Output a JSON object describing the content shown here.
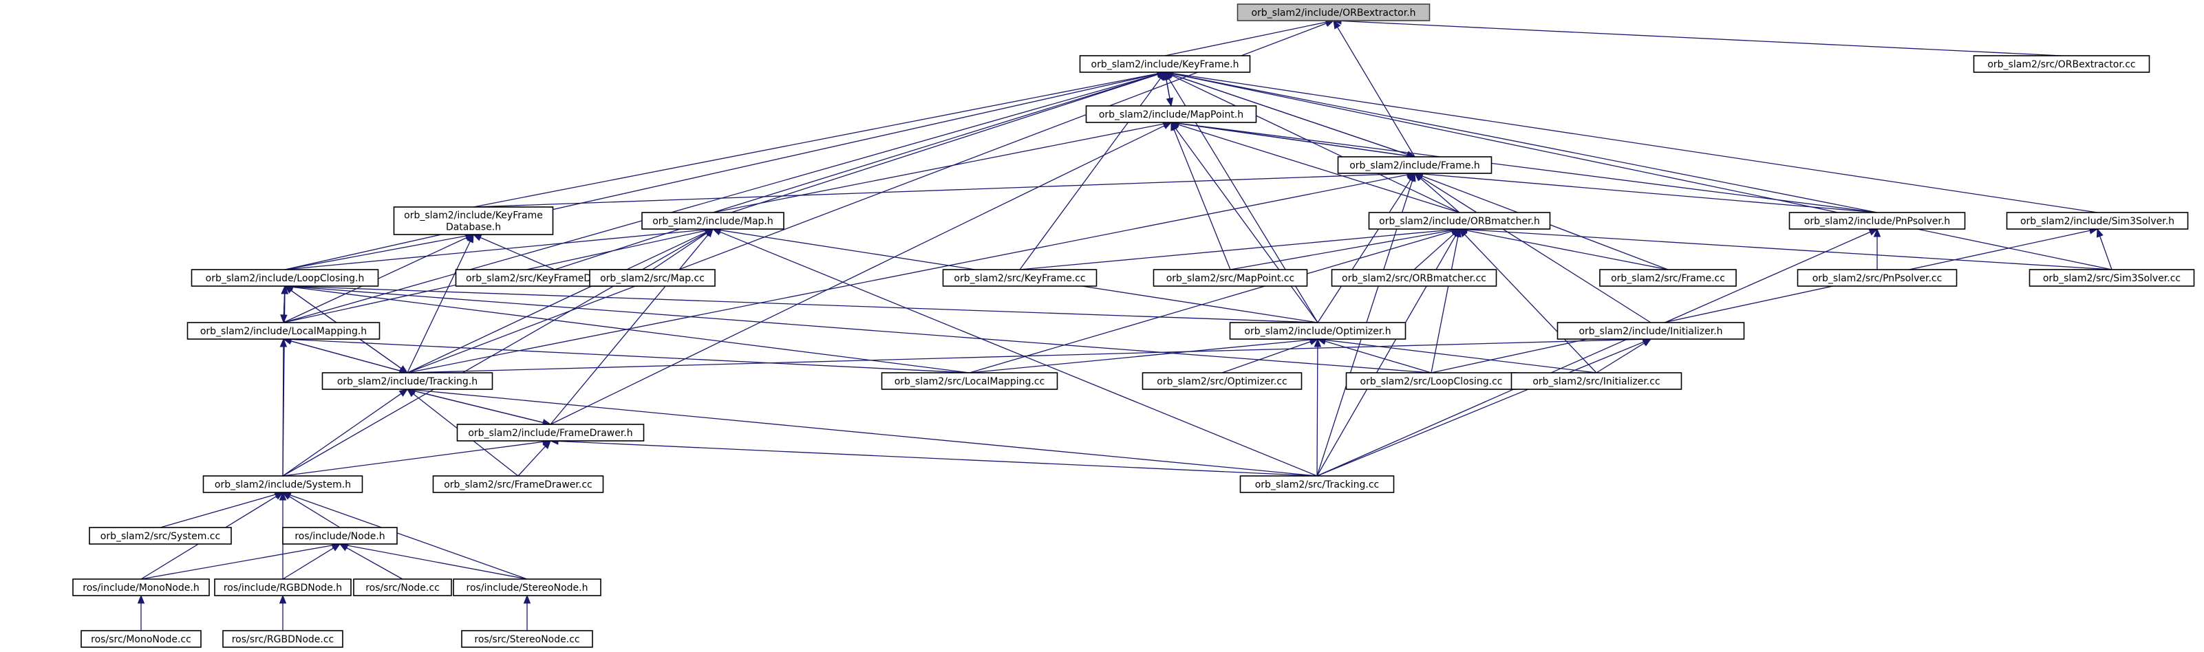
{
  "nodes": [
    {
      "id": "orbextractor_h",
      "lines": [
        "orb_slam2/include/ORBextractor.h"
      ],
      "root": true
    },
    {
      "id": "keyframe_h",
      "lines": [
        "orb_slam2/include/KeyFrame.h"
      ]
    },
    {
      "id": "orbextractor_cc",
      "lines": [
        "orb_slam2/src/ORBextractor.cc"
      ]
    },
    {
      "id": "mappoint_h",
      "lines": [
        "orb_slam2/include/MapPoint.h"
      ]
    },
    {
      "id": "frame_h",
      "lines": [
        "orb_slam2/include/Frame.h"
      ]
    },
    {
      "id": "keyframedatabase_h",
      "lines": [
        "orb_slam2/include/KeyFrame",
        "Database.h"
      ]
    },
    {
      "id": "map_h",
      "lines": [
        "orb_slam2/include/Map.h"
      ]
    },
    {
      "id": "orbmatcher_h",
      "lines": [
        "orb_slam2/include/ORBmatcher.h"
      ]
    },
    {
      "id": "pnpsolver_h",
      "lines": [
        "orb_slam2/include/PnPsolver.h"
      ]
    },
    {
      "id": "sim3solver_h",
      "lines": [
        "orb_slam2/include/Sim3Solver.h"
      ]
    },
    {
      "id": "loopclosing_h",
      "lines": [
        "orb_slam2/include/LoopClosing.h"
      ]
    },
    {
      "id": "keyframedatabase_cc",
      "lines": [
        "orb_slam2/src/KeyFrameDatabase.cc"
      ]
    },
    {
      "id": "map_cc",
      "lines": [
        "orb_slam2/src/Map.cc"
      ]
    },
    {
      "id": "keyframe_cc",
      "lines": [
        "orb_slam2/src/KeyFrame.cc"
      ]
    },
    {
      "id": "mappoint_cc",
      "lines": [
        "orb_slam2/src/MapPoint.cc"
      ]
    },
    {
      "id": "orbmatcher_cc",
      "lines": [
        "orb_slam2/src/ORBmatcher.cc"
      ]
    },
    {
      "id": "frame_cc",
      "lines": [
        "orb_slam2/src/Frame.cc"
      ]
    },
    {
      "id": "pnpsolver_cc",
      "lines": [
        "orb_slam2/src/PnPsolver.cc"
      ]
    },
    {
      "id": "sim3solver_cc",
      "lines": [
        "orb_slam2/src/Sim3Solver.cc"
      ]
    },
    {
      "id": "localmapping_h",
      "lines": [
        "orb_slam2/include/LocalMapping.h"
      ]
    },
    {
      "id": "optimizer_h",
      "lines": [
        "orb_slam2/include/Optimizer.h"
      ]
    },
    {
      "id": "initializer_h",
      "lines": [
        "orb_slam2/include/Initializer.h"
      ]
    },
    {
      "id": "tracking_h",
      "lines": [
        "orb_slam2/include/Tracking.h"
      ]
    },
    {
      "id": "localmapping_cc",
      "lines": [
        "orb_slam2/src/LocalMapping.cc"
      ]
    },
    {
      "id": "optimizer_cc",
      "lines": [
        "orb_slam2/src/Optimizer.cc"
      ]
    },
    {
      "id": "loopclosing_cc",
      "lines": [
        "orb_slam2/src/LoopClosing.cc"
      ]
    },
    {
      "id": "initializer_cc",
      "lines": [
        "orb_slam2/src/Initializer.cc"
      ]
    },
    {
      "id": "framedrawer_h",
      "lines": [
        "orb_slam2/include/FrameDrawer.h"
      ]
    },
    {
      "id": "system_h",
      "lines": [
        "orb_slam2/include/System.h"
      ]
    },
    {
      "id": "framedrawer_cc",
      "lines": [
        "orb_slam2/src/FrameDrawer.cc"
      ]
    },
    {
      "id": "tracking_cc",
      "lines": [
        "orb_slam2/src/Tracking.cc"
      ]
    },
    {
      "id": "system_cc",
      "lines": [
        "orb_slam2/src/System.cc"
      ]
    },
    {
      "id": "node_h",
      "lines": [
        "ros/include/Node.h"
      ]
    },
    {
      "id": "mononode_h",
      "lines": [
        "ros/include/MonoNode.h"
      ]
    },
    {
      "id": "rgbdnode_h",
      "lines": [
        "ros/include/RGBDNode.h"
      ]
    },
    {
      "id": "node_cc",
      "lines": [
        "ros/src/Node.cc"
      ]
    },
    {
      "id": "stereonode_h",
      "lines": [
        "ros/include/StereoNode.h"
      ]
    },
    {
      "id": "mononode_cc",
      "lines": [
        "ros/src/MonoNode.cc"
      ]
    },
    {
      "id": "rgbdnode_cc",
      "lines": [
        "ros/src/RGBDNode.cc"
      ]
    },
    {
      "id": "stereonode_cc",
      "lines": [
        "ros/src/StereoNode.cc"
      ]
    }
  ],
  "edges": [
    [
      "keyframe_h",
      "orbextractor_h"
    ],
    [
      "frame_h",
      "orbextractor_h"
    ],
    [
      "orbextractor_cc",
      "orbextractor_h"
    ],
    [
      "tracking_h",
      "orbextractor_h"
    ],
    [
      "mappoint_h",
      "keyframe_h"
    ],
    [
      "frame_h",
      "keyframe_h"
    ],
    [
      "keyframedatabase_h",
      "keyframe_h"
    ],
    [
      "map_h",
      "keyframe_h"
    ],
    [
      "orbmatcher_h",
      "keyframe_h"
    ],
    [
      "loopclosing_h",
      "keyframe_h"
    ],
    [
      "localmapping_h",
      "keyframe_h"
    ],
    [
      "optimizer_h",
      "keyframe_h"
    ],
    [
      "pnpsolver_h",
      "keyframe_h"
    ],
    [
      "sim3solver_h",
      "keyframe_h"
    ],
    [
      "keyframe_cc",
      "keyframe_h"
    ],
    [
      "keyframedatabase_cc",
      "keyframe_h"
    ],
    [
      "sim3solver_cc",
      "keyframe_h"
    ],
    [
      "keyframe_h",
      "mappoint_h"
    ],
    [
      "frame_h",
      "mappoint_h"
    ],
    [
      "map_h",
      "mappoint_h"
    ],
    [
      "orbmatcher_h",
      "mappoint_h"
    ],
    [
      "optimizer_h",
      "mappoint_h"
    ],
    [
      "pnpsolver_h",
      "mappoint_h"
    ],
    [
      "mappoint_cc",
      "mappoint_h"
    ],
    [
      "framedrawer_h",
      "mappoint_h"
    ],
    [
      "keyframe_h",
      "frame_h"
    ],
    [
      "mappoint_h",
      "frame_h"
    ],
    [
      "orbmatcher_h",
      "frame_h"
    ],
    [
      "keyframedatabase_h",
      "frame_h"
    ],
    [
      "pnpsolver_h",
      "frame_h"
    ],
    [
      "initializer_h",
      "frame_h"
    ],
    [
      "optimizer_h",
      "frame_h"
    ],
    [
      "tracking_h",
      "frame_h"
    ],
    [
      "frame_cc",
      "frame_h"
    ],
    [
      "tracking_cc",
      "frame_h"
    ],
    [
      "loopclosing_h",
      "keyframedatabase_h"
    ],
    [
      "tracking_h",
      "keyframedatabase_h"
    ],
    [
      "keyframedatabase_cc",
      "keyframedatabase_h"
    ],
    [
      "localmapping_h",
      "keyframedatabase_h"
    ],
    [
      "map_cc",
      "map_h"
    ],
    [
      "loopclosing_h",
      "map_h"
    ],
    [
      "localmapping_h",
      "map_h"
    ],
    [
      "tracking_h",
      "map_h"
    ],
    [
      "framedrawer_h",
      "map_h"
    ],
    [
      "optimizer_h",
      "map_h"
    ],
    [
      "system_h",
      "map_h"
    ],
    [
      "tracking_cc",
      "map_h"
    ],
    [
      "keyframe_cc",
      "orbmatcher_h"
    ],
    [
      "mappoint_cc",
      "orbmatcher_h"
    ],
    [
      "orbmatcher_cc",
      "orbmatcher_h"
    ],
    [
      "frame_cc",
      "orbmatcher_h"
    ],
    [
      "sim3solver_cc",
      "orbmatcher_h"
    ],
    [
      "localmapping_cc",
      "orbmatcher_h"
    ],
    [
      "loopclosing_cc",
      "orbmatcher_h"
    ],
    [
      "initializer_cc",
      "orbmatcher_h"
    ],
    [
      "tracking_cc",
      "orbmatcher_h"
    ],
    [
      "pnpsolver_cc",
      "pnpsolver_h"
    ],
    [
      "tracking_cc",
      "pnpsolver_h"
    ],
    [
      "sim3solver_cc",
      "sim3solver_h"
    ],
    [
      "loopclosing_cc",
      "sim3solver_h"
    ],
    [
      "localmapping_h",
      "loopclosing_h"
    ],
    [
      "tracking_h",
      "loopclosing_h"
    ],
    [
      "system_h",
      "loopclosing_h"
    ],
    [
      "optimizer_h",
      "loopclosing_h"
    ],
    [
      "localmapping_cc",
      "loopclosing_h"
    ],
    [
      "loopclosing_cc",
      "loopclosing_h"
    ],
    [
      "loopclosing_h",
      "localmapping_h"
    ],
    [
      "tracking_h",
      "localmapping_h"
    ],
    [
      "system_h",
      "localmapping_h"
    ],
    [
      "localmapping_cc",
      "localmapping_h"
    ],
    [
      "localmapping_cc",
      "optimizer_h"
    ],
    [
      "optimizer_cc",
      "optimizer_h"
    ],
    [
      "loopclosing_cc",
      "optimizer_h"
    ],
    [
      "initializer_cc",
      "optimizer_h"
    ],
    [
      "tracking_cc",
      "optimizer_h"
    ],
    [
      "initializer_cc",
      "initializer_h"
    ],
    [
      "tracking_cc",
      "initializer_h"
    ],
    [
      "tracking_h",
      "initializer_h"
    ],
    [
      "framedrawer_h",
      "tracking_h"
    ],
    [
      "system_h",
      "tracking_h"
    ],
    [
      "framedrawer_cc",
      "tracking_h"
    ],
    [
      "tracking_cc",
      "tracking_h"
    ],
    [
      "loopclosing_h",
      "tracking_h"
    ],
    [
      "localmapping_h",
      "tracking_h"
    ],
    [
      "tracking_h",
      "framedrawer_h"
    ],
    [
      "system_h",
      "framedrawer_h"
    ],
    [
      "framedrawer_cc",
      "framedrawer_h"
    ],
    [
      "tracking_cc",
      "framedrawer_h"
    ],
    [
      "system_cc",
      "system_h"
    ],
    [
      "node_h",
      "system_h"
    ],
    [
      "mononode_h",
      "system_h"
    ],
    [
      "rgbdnode_h",
      "system_h"
    ],
    [
      "stereonode_h",
      "system_h"
    ],
    [
      "mononode_h",
      "node_h"
    ],
    [
      "rgbdnode_h",
      "node_h"
    ],
    [
      "node_cc",
      "node_h"
    ],
    [
      "stereonode_h",
      "node_h"
    ],
    [
      "mononode_cc",
      "mononode_h"
    ],
    [
      "rgbdnode_cc",
      "rgbdnode_h"
    ],
    [
      "stereonode_cc",
      "stereonode_h"
    ]
  ],
  "colors": {
    "edge": "#191970",
    "root_fill": "#bfbfbf",
    "node_fill": "#ffffff",
    "node_stroke": "#000000"
  }
}
